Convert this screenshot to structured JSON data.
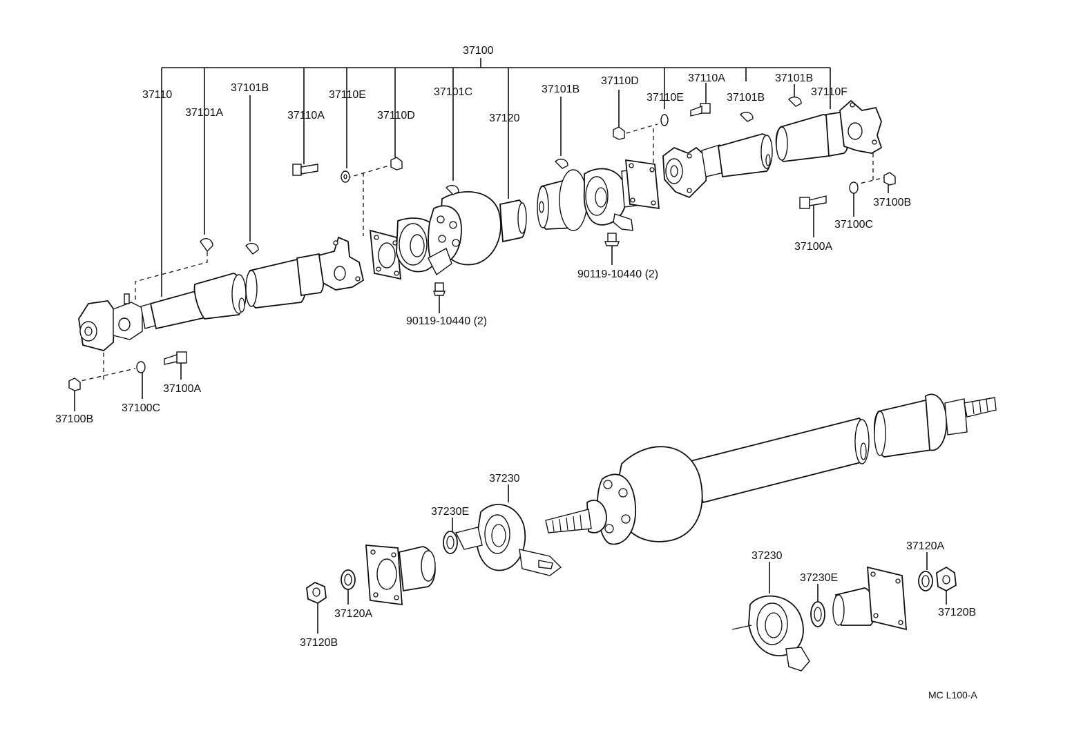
{
  "diagram": {
    "code": "MC L100-A",
    "callouts": {
      "assy": "37100",
      "c37110": "37110",
      "c37101A": "37101A",
      "c37101B_1": "37101B",
      "c37110A_1": "37110A",
      "c37110E_1": "37110E",
      "c37110D_1": "37110D",
      "c37101C": "37101C",
      "c37120": "37120",
      "c37101B_2": "37101B",
      "c37110D_2": "37110D",
      "c37110E_2": "37110E",
      "c37110A_2": "37110A",
      "c37101B_3": "37101B",
      "c37101B_4": "37101B",
      "c37110F": "37110F",
      "c37100B_1": "37100B",
      "c37100C_1": "37100C",
      "c37100A_1": "37100A",
      "c37100A_2": "37100A",
      "c37100B_2": "37100B",
      "c37100C_2": "37100C",
      "bolt_1": "90119-10440 (2)",
      "bolt_2": "90119-10440 (2)",
      "c37230_1": "37230",
      "c37230E_1": "37230E",
      "c37120A_1": "37120A",
      "c37120B_1": "37120B",
      "c37230_2": "37230",
      "c37230E_2": "37230E",
      "c37120A_2": "37120A",
      "c37120B_2": "37120B"
    }
  }
}
